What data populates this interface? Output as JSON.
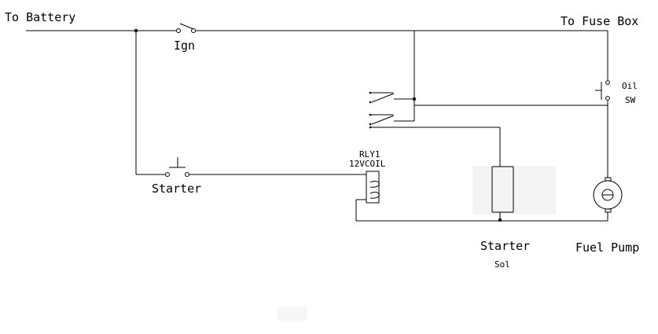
{
  "labels": {
    "to_battery": "To Battery",
    "to_fuse_box": "To Fuse Box",
    "ign": "Ign",
    "starter": "Starter",
    "relay_name": "RLY1",
    "relay_coil": "12VCOIL",
    "starter_sol_1": "Starter",
    "starter_sol_2": "Sol",
    "fuel_pump": "Fuel Pump",
    "oil_1": "Oil",
    "oil_2": "SW"
  }
}
